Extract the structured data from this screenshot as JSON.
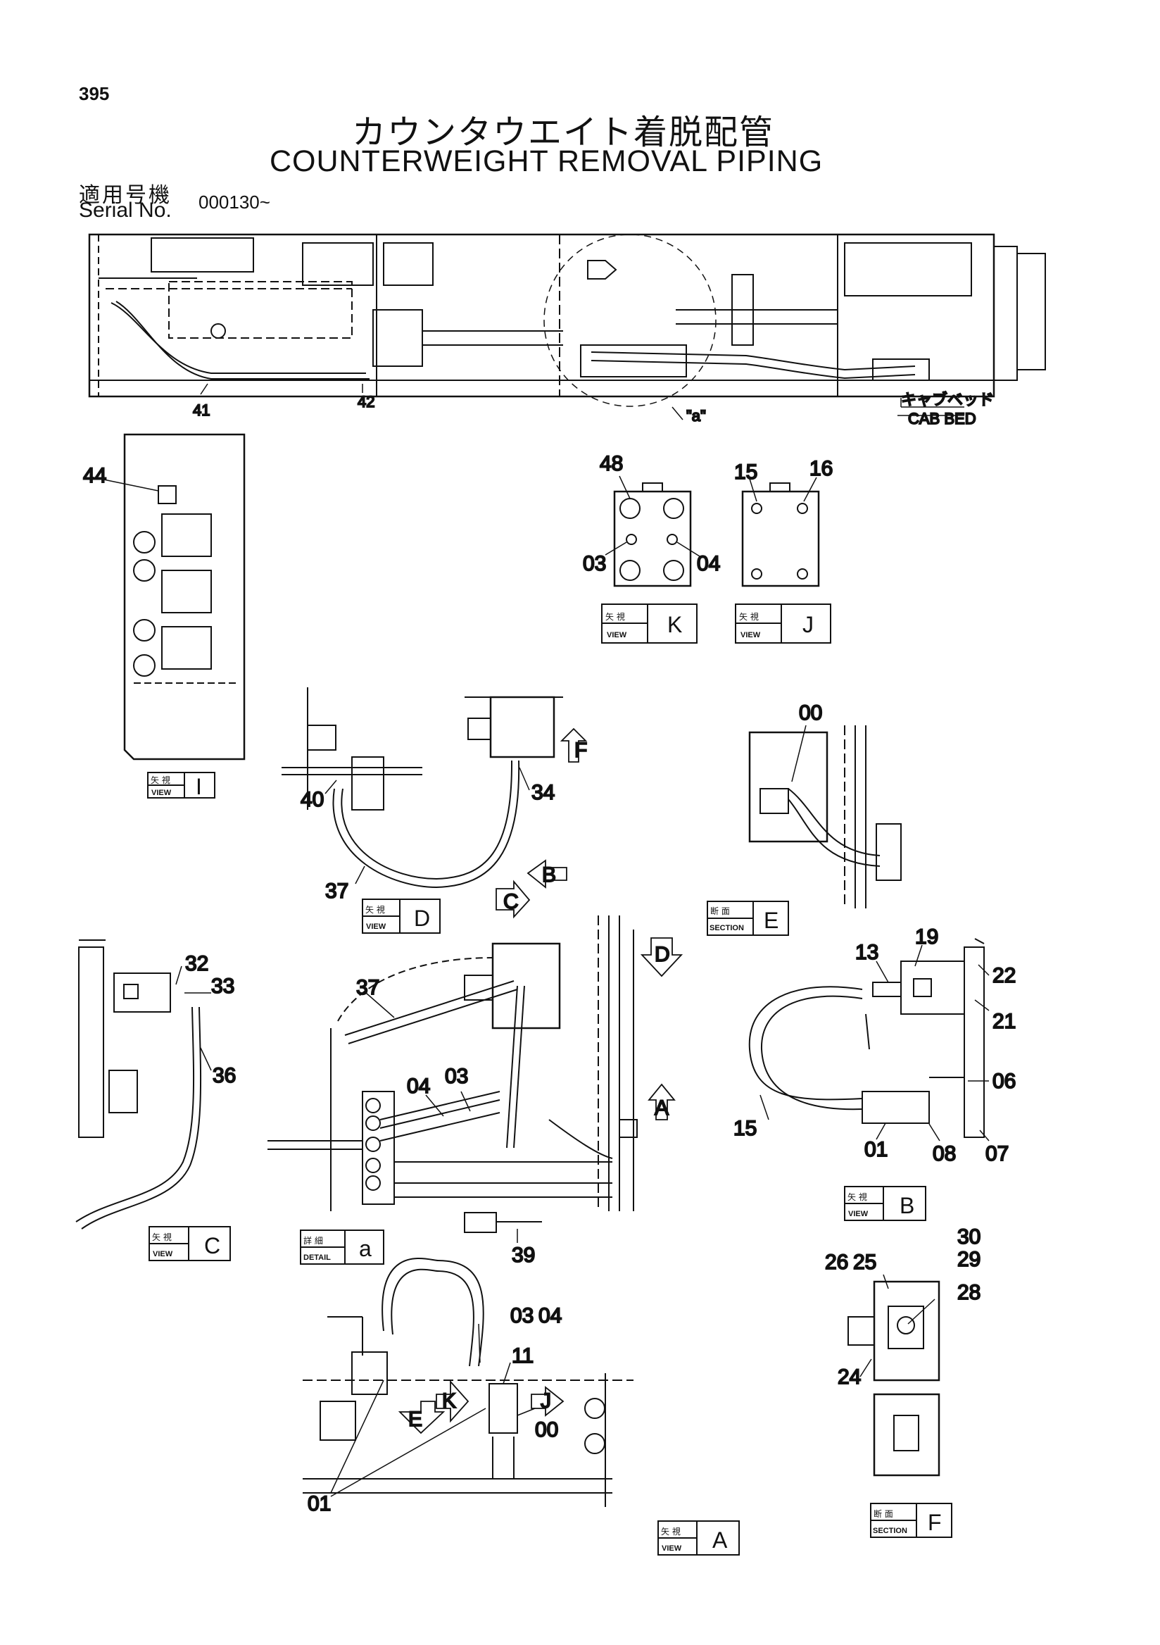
{
  "page_number": "395",
  "title_jp": "カウンタウエイト着脱配管",
  "title_en": "COUNTERWEIGHT REMOVAL PIPING",
  "serial_label_jp": "適用号機",
  "serial_label_en": "Serial No.",
  "serial_value": "000130~",
  "overview": {
    "callouts": [
      "41",
      "42"
    ],
    "detail_ref": "\"a\"",
    "cab_bed_jp": "キャブベッド",
    "cab_bed_en": "CAB BED"
  },
  "view_tags": {
    "view_jp": "矢 視",
    "view_en": "VIEW",
    "section_jp": "断 面",
    "section_en": "SECTION",
    "detail_jp": "詳 細",
    "detail_en": "DETAIL",
    "view_I": "I",
    "view_K": "K",
    "view_J": "J",
    "view_D": "D",
    "section_E": "E",
    "view_C": "C",
    "detail_a": "a",
    "view_B": "B",
    "section_F": "F",
    "view_A": "A"
  },
  "arrows": {
    "F": "F",
    "B": "B",
    "C": "C",
    "D": "D",
    "A": "A",
    "E": "E",
    "K": "K",
    "J": "J"
  },
  "callouts": {
    "v_I": [
      "44"
    ],
    "v_K": [
      "48",
      "03",
      "04"
    ],
    "v_J": [
      "15",
      "16"
    ],
    "v_D": [
      "40",
      "34",
      "37"
    ],
    "s_E": [
      "00"
    ],
    "v_C": [
      "32",
      "33",
      "36"
    ],
    "d_a": [
      "37",
      "04",
      "03",
      "39"
    ],
    "v_B": [
      "13",
      "19",
      "22",
      "21",
      "06",
      "15",
      "01",
      "08",
      "07"
    ],
    "s_F": [
      "30",
      "29",
      "26",
      "25",
      "28",
      "24"
    ],
    "v_A": [
      "03",
      "04",
      "11",
      "00",
      "01"
    ]
  }
}
